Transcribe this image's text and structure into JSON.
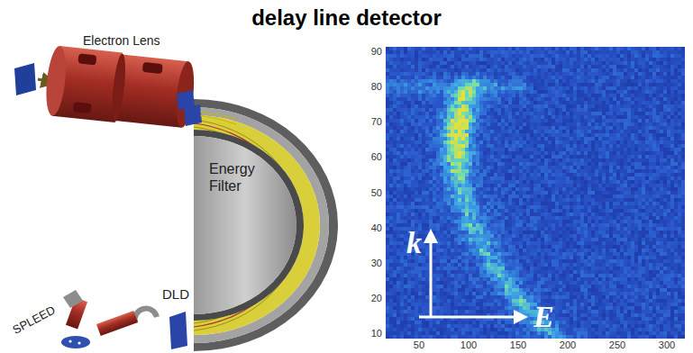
{
  "diagram": {
    "title": "delay line detector",
    "labels": [
      "Electron Lens",
      "Energy Filter",
      "DLD",
      "SPLEED",
      "90",
      "80",
      "70",
      "60",
      "50",
      "40",
      "30",
      "20",
      "10",
      "50",
      "100",
      "150",
      "200",
      "250",
      "300",
      "k",
      "E"
    ]
  }
}
